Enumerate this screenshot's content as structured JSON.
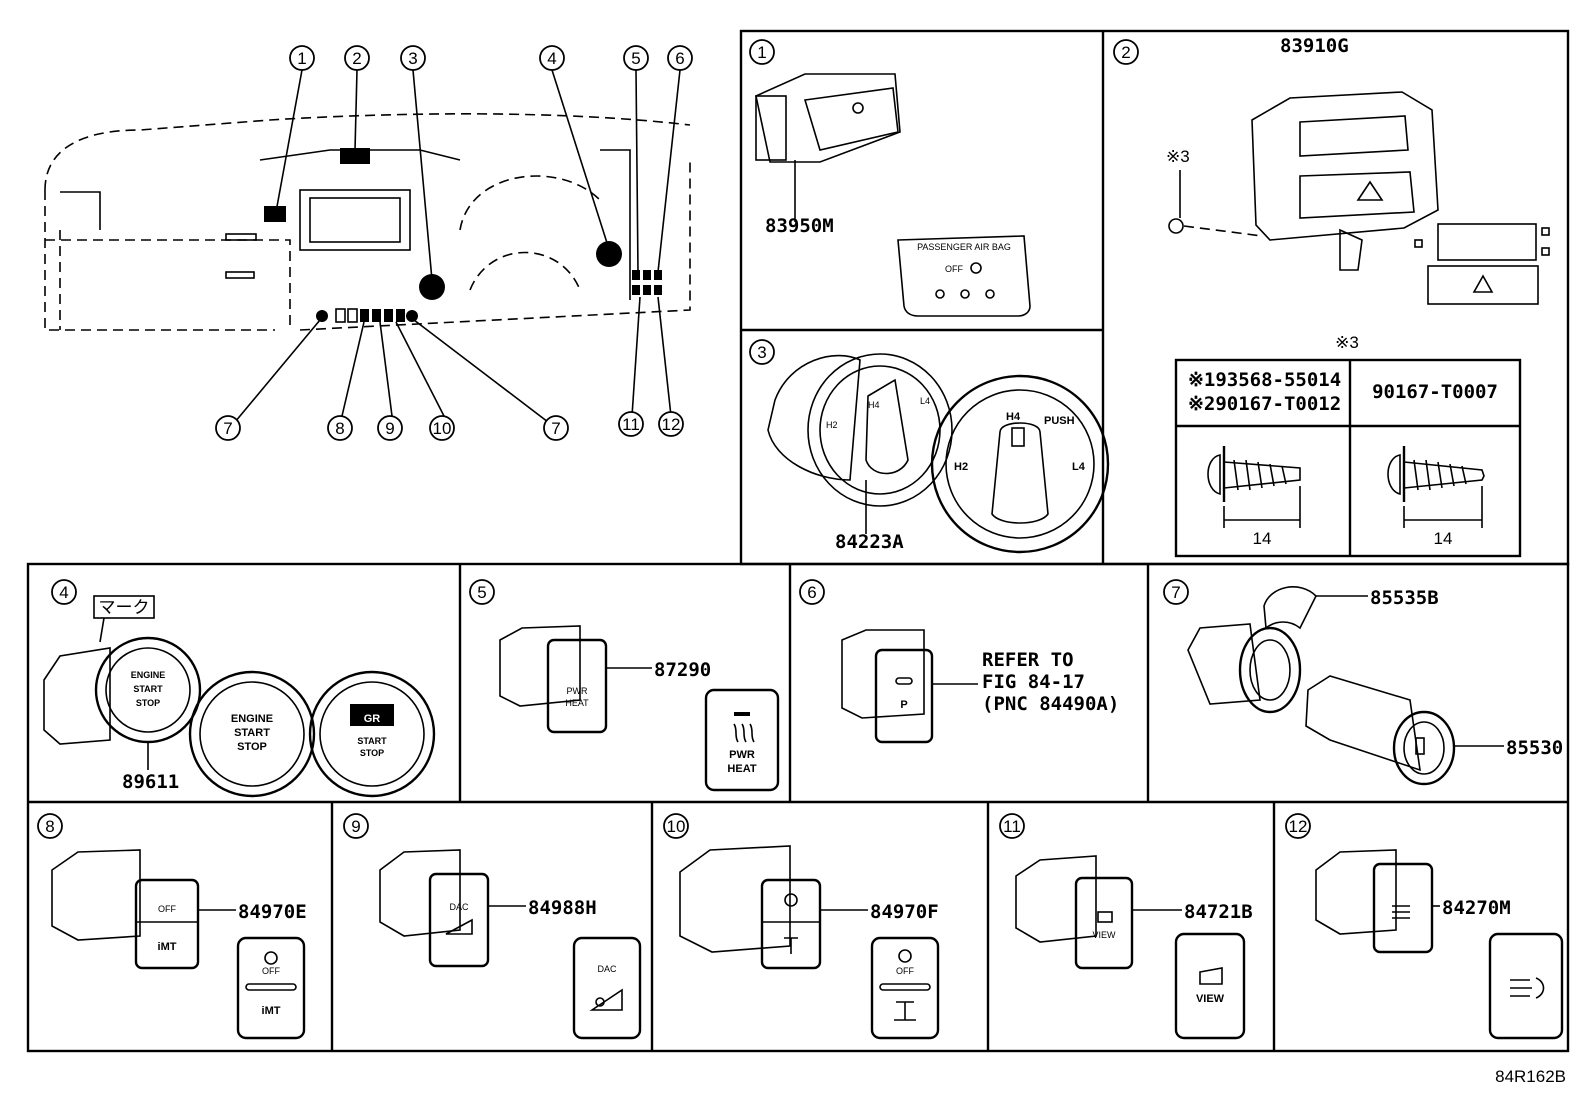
{
  "figure_code": "84R162B",
  "overview": {
    "callouts_top": [
      "1",
      "2",
      "3",
      "4",
      "5",
      "6"
    ],
    "callouts_bottom": [
      "7",
      "8",
      "9",
      "10",
      "7",
      "11",
      "12"
    ]
  },
  "panels": {
    "p1": {
      "index": "1",
      "part": "83950M",
      "inset_title": "PASSENGER AIR BAG",
      "inset_off": "OFF"
    },
    "p2": {
      "index": "2",
      "part": "83910G",
      "note_mark": "※3",
      "table_title": "※3",
      "col1_line1": "※193568-55014",
      "col1_line2": "※290167-T0012",
      "col2": "90167-T0007",
      "dim1": "14",
      "dim2": "14"
    },
    "p3": {
      "index": "3",
      "part": "84223A",
      "pos_h2": "H2",
      "pos_h4": "H4",
      "pos_push": "PUSH",
      "pos_l4": "L4"
    },
    "p4": {
      "index": "4",
      "part": "89611",
      "mark": "マーク",
      "btn_line1": "ENGINE",
      "btn_line2": "START",
      "btn_line3": "STOP",
      "gr": "GR"
    },
    "p5": {
      "index": "5",
      "part": "87290",
      "sw_line1": "PWR",
      "sw_line2": "HEAT"
    },
    "p6": {
      "index": "6",
      "ref1": "REFER TO",
      "ref2": "FIG 84-17",
      "ref3": "(PNC 84490A)"
    },
    "p7": {
      "index": "7",
      "part_a": "85535B",
      "part_b": "85530"
    },
    "p8": {
      "index": "8",
      "part": "84970E",
      "sw_top": "OFF",
      "sw_bottom": "iMT"
    },
    "p9": {
      "index": "9",
      "part": "84988H",
      "sw_label": "DAC"
    },
    "p10": {
      "index": "10",
      "part": "84970F",
      "sw_top": "OFF"
    },
    "p11": {
      "index": "11",
      "part": "84721B",
      "sw_label": "VIEW"
    },
    "p12": {
      "index": "12",
      "part": "84270M"
    }
  }
}
